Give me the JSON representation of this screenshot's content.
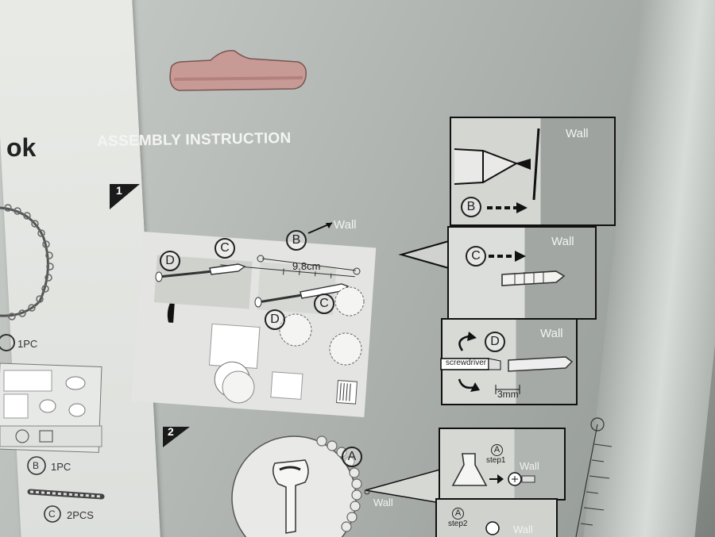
{
  "heading": "ASSEMBLY INSTRUCTION",
  "left_panel": {
    "title_fragment": "ok",
    "qty_1pc_a": "1PC",
    "part_b": "B",
    "qty_1pc_b": "1PC",
    "part_c": "C",
    "qty_2pcs": "2PCS"
  },
  "step1": {
    "number": "1",
    "part_b": "B",
    "wall": "Wall",
    "part_c_top": "C",
    "part_d_left": "D",
    "measure": "9.8cm",
    "part_c_lower": "C",
    "part_d_lower": "D"
  },
  "details": {
    "panel1": {
      "wall": "Wall",
      "part": "B"
    },
    "panel2": {
      "wall": "Wall",
      "part": "C"
    },
    "panel3": {
      "wall": "Wall",
      "part": "D",
      "tool": "screwdriver",
      "gap": "3mm"
    }
  },
  "step2": {
    "number": "2",
    "part_a": "A",
    "wall": "Wall",
    "box_a1": "A",
    "step1_label": "step1",
    "box_wall": "Wall",
    "box_a2": "A",
    "step2_label": "step2",
    "box_wall2": "Wall"
  },
  "colors": {
    "board": "#b3b8b4",
    "slot": "#c89a96",
    "ink": "#111111",
    "white_text": "#f4f5f2"
  }
}
